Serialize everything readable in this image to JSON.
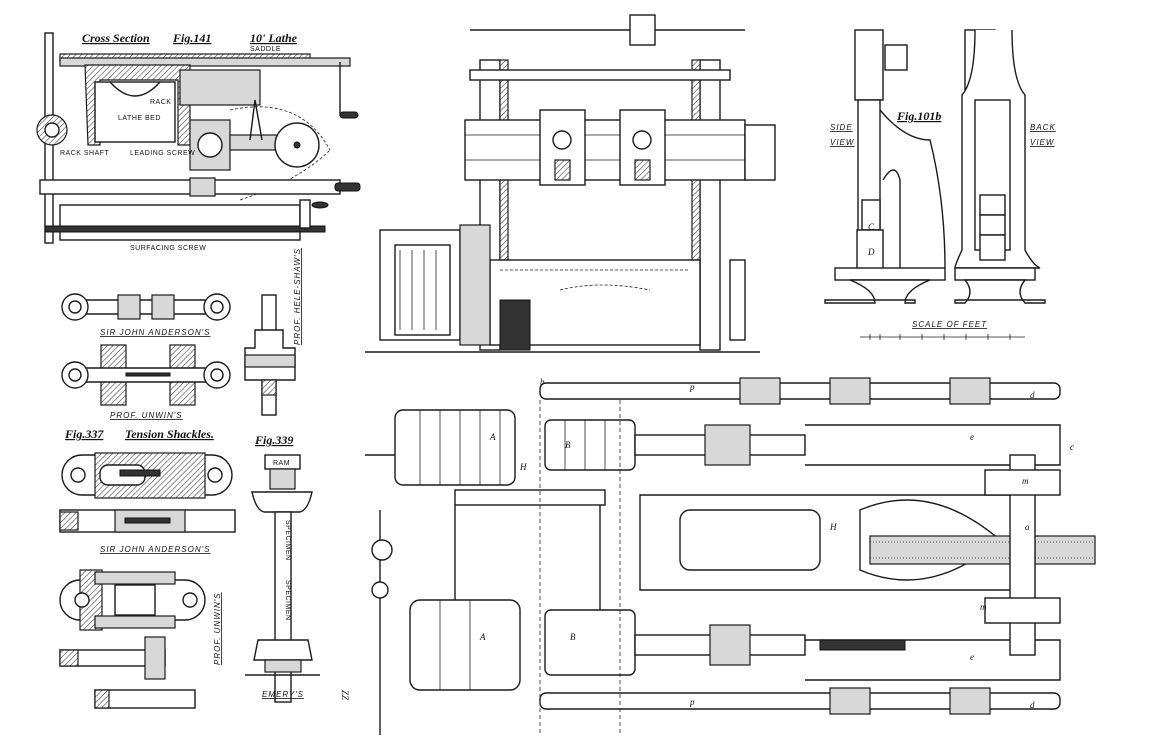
{
  "lathe": {
    "title_left": "Cross Section",
    "title_fig": "Fig.141",
    "title_right": "10' Lathe",
    "saddle": "SADDLE",
    "rack": "RACK",
    "lathe_bed": "LATHE BED",
    "leading_screw": "LEADING SCREW",
    "rack_shaft": "RACK SHAFT",
    "surfacing_screw": "SURFACING SCREW"
  },
  "shackles": {
    "anderson_1": "SIR JOHN ANDERSON'S",
    "unwin_1": "PROF. UNWIN'S",
    "fig": "Fig.337",
    "title": "Tension Shackles.",
    "anderson_2": "SIR JOHN ANDERSON'S",
    "unwin_2": "PROF. UNWIN'S"
  },
  "hele_shaw": {
    "caption": "PROF. HELE-SHAW'S",
    "fig": "Fig.339"
  },
  "emery": {
    "ram": "RAM",
    "specimen_1": "SPECIMEN",
    "specimen_2": "SPECIMEN",
    "caption": "EMERY'S"
  },
  "hammer": {
    "fig": "Fig.101b",
    "side_view": [
      "SIDE",
      "VIEW"
    ],
    "back_view": [
      "BACK",
      "VIEW"
    ],
    "scale": "SCALE OF FEET"
  },
  "engine": {
    "labels": [
      "A",
      "B",
      "A",
      "B",
      "H",
      "H",
      "d",
      "d",
      "p",
      "p",
      "e",
      "e",
      "m",
      "m",
      "a",
      "b",
      "c"
    ]
  },
  "page_number": "ZZ"
}
